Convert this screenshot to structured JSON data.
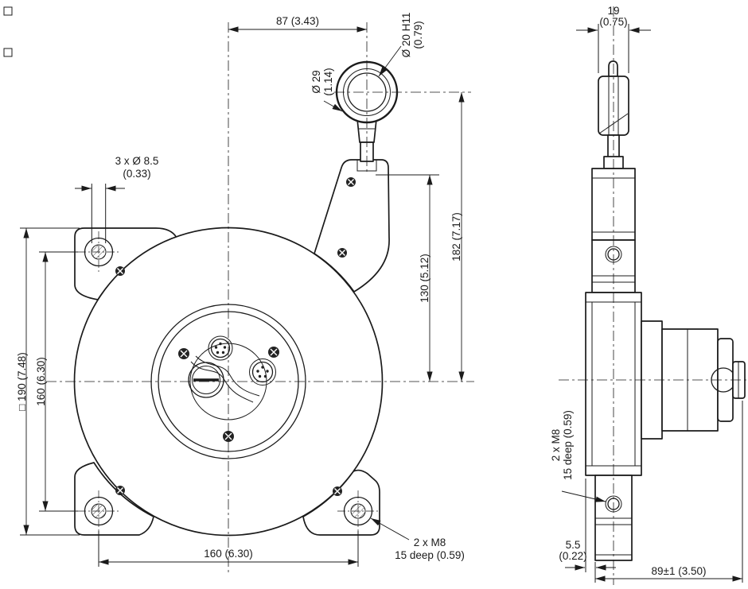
{
  "front_view": {
    "dim_top_offset": "87 (3.43)",
    "dim_bore_l1": "Ø 20 H11",
    "dim_bore_l2": "(0.79)",
    "dim_eyelet_l1": "Ø 29",
    "dim_eyelet_l2": "(1.14)",
    "dim_holes_l1": "3 x Ø 8.5",
    "dim_holes_l2": "(0.33)",
    "dim_height_eyelet": "182 (7.17)",
    "dim_height_outlet": "130 (5.12)",
    "dim_square": "□ 190 (7.48)",
    "dim_hole_spacing_v": "160 (6.30)",
    "dim_hole_spacing_h": "160 (6.30)",
    "note_thread_l1": "2 x M8",
    "note_thread_l2": "15 deep (0.59)"
  },
  "side_view": {
    "dim_rod_width_l1": "19",
    "dim_rod_width_l2": "(0.75)",
    "note_thread_l1": "2 x M8",
    "note_thread_l2": "15 deep (0.59)",
    "dim_offset_l1": "5.5",
    "dim_offset_l2": "(0.22)",
    "dim_depth": "89±1 (3.50)"
  }
}
